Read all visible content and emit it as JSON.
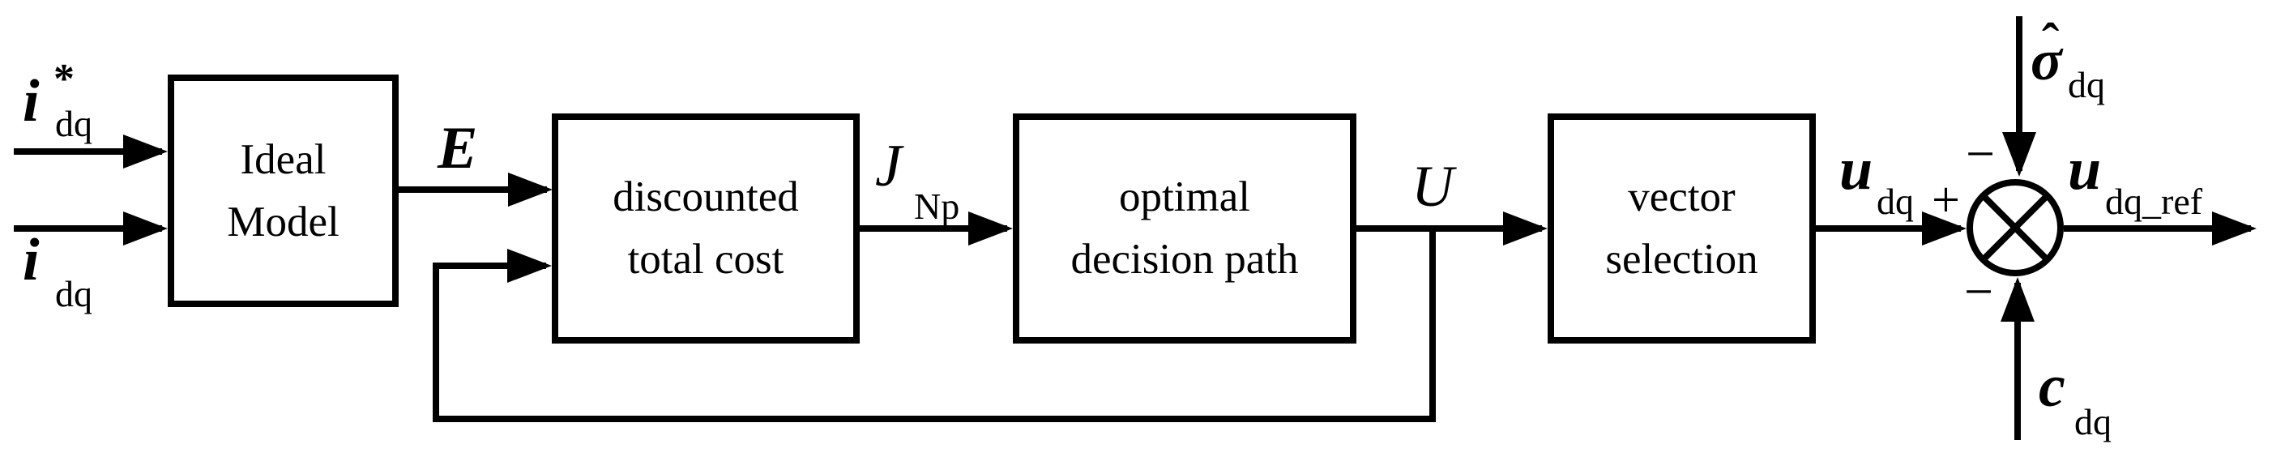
{
  "diagram": {
    "title": "model-predictive control block diagram",
    "colors": {
      "line": "#000000",
      "background": "#ffffff"
    },
    "blocks": [
      {
        "id": "ideal-model",
        "lines": [
          "Ideal",
          "Model"
        ]
      },
      {
        "id": "discounted-total-cost",
        "lines": [
          "discounted",
          "total cost"
        ]
      },
      {
        "id": "optimal-decision-path",
        "lines": [
          "optimal",
          "decision path"
        ]
      },
      {
        "id": "vector-selection",
        "lines": [
          "vector",
          "selection"
        ]
      }
    ],
    "signals": {
      "i_ref": {
        "main": "i",
        "sup": "*",
        "sub": "dq"
      },
      "i_meas": {
        "main": "i",
        "sub": "dq"
      },
      "E": {
        "main": "E"
      },
      "J": {
        "main": "J",
        "sub": "Np"
      },
      "U": {
        "main": "U"
      },
      "u_dq": {
        "main": "u",
        "sub": "dq"
      },
      "sigma": {
        "main": "σ",
        "hat": "ˆ",
        "sub": "dq"
      },
      "c_dq": {
        "main": "c",
        "sub": "dq"
      },
      "u_ref": {
        "main": "u",
        "sub": "dq_ref"
      }
    },
    "junction_signs": {
      "plus": "+",
      "minus_top": "−",
      "minus_bottom": "−"
    }
  }
}
